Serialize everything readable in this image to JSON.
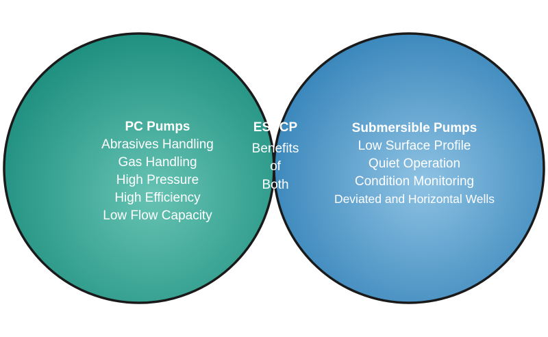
{
  "left_set": {
    "title": "PC Pumps",
    "items": [
      "Abrasives Handling",
      "Gas Handling",
      "High Pressure",
      "High Efficiency",
      "Low Flow Capacity"
    ],
    "color": "#2a9b8c"
  },
  "right_set": {
    "title": "Submersible Pumps",
    "items": [
      "Low Surface Profile",
      "Quiet Operation",
      "Condition Monitoring",
      "Deviated and Horizontal Wells"
    ],
    "color": "#3f8fc2"
  },
  "intersection": {
    "title": "ESPCP",
    "lines": [
      "Benefits",
      "of",
      "Both"
    ],
    "color": "#3d8088"
  }
}
